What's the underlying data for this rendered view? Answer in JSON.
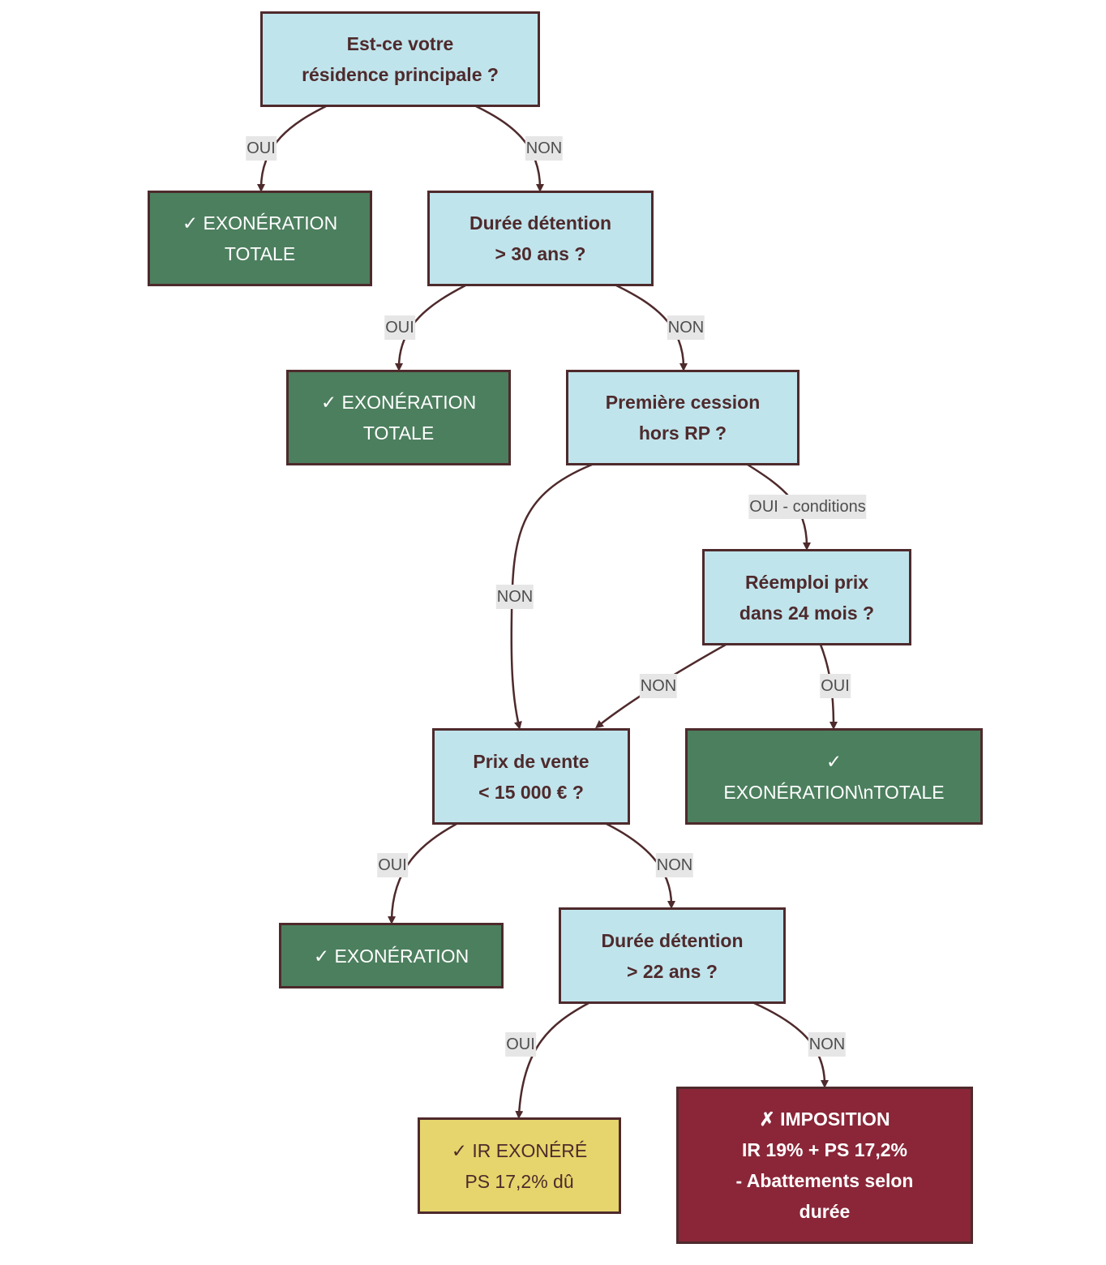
{
  "colors": {
    "question_fill": "#c0e4ec",
    "exemption_fill": "#4c7f5e",
    "partial_fill": "#e5d56c",
    "taxation_fill": "#8a2638",
    "border": "#4e2a2c",
    "edge_label_bg": "#e6e6e6"
  },
  "nodes": {
    "q1": "Est-ce votre\nrésidence principale ?",
    "r1": "✓ EXONÉRATION\nTOTALE",
    "q2": "Durée détention\n> 30 ans ?",
    "r2": "✓ EXONÉRATION\nTOTALE",
    "q3": "Première cession\nhors RP ?",
    "q4": "Réemploi prix\ndans 24 mois ?",
    "r3": "✓\nEXONÉRATION\\nTOTALE",
    "q5": "Prix de vente\n< 15 000 € ?",
    "r4": "✓ EXONÉRATION",
    "q6": "Durée détention\n> 22 ans ?",
    "r5": "✓ IR EXONÉRÉ\nPS 17,2% dû",
    "r6": "✗ IMPOSITION\nIR 19% + PS 17,2%\n- Abattements selon\ndurée"
  },
  "edges": {
    "q1_r1": "OUI",
    "q1_q2": "NON",
    "q2_r2": "OUI",
    "q2_q3": "NON",
    "q3_q4": "OUI - conditions",
    "q3_q5": "NON",
    "q4_q5": "NON",
    "q4_r3": "OUI",
    "q5_r4": "OUI",
    "q5_q6": "NON",
    "q6_r5": "OUI",
    "q6_r6": "NON"
  }
}
